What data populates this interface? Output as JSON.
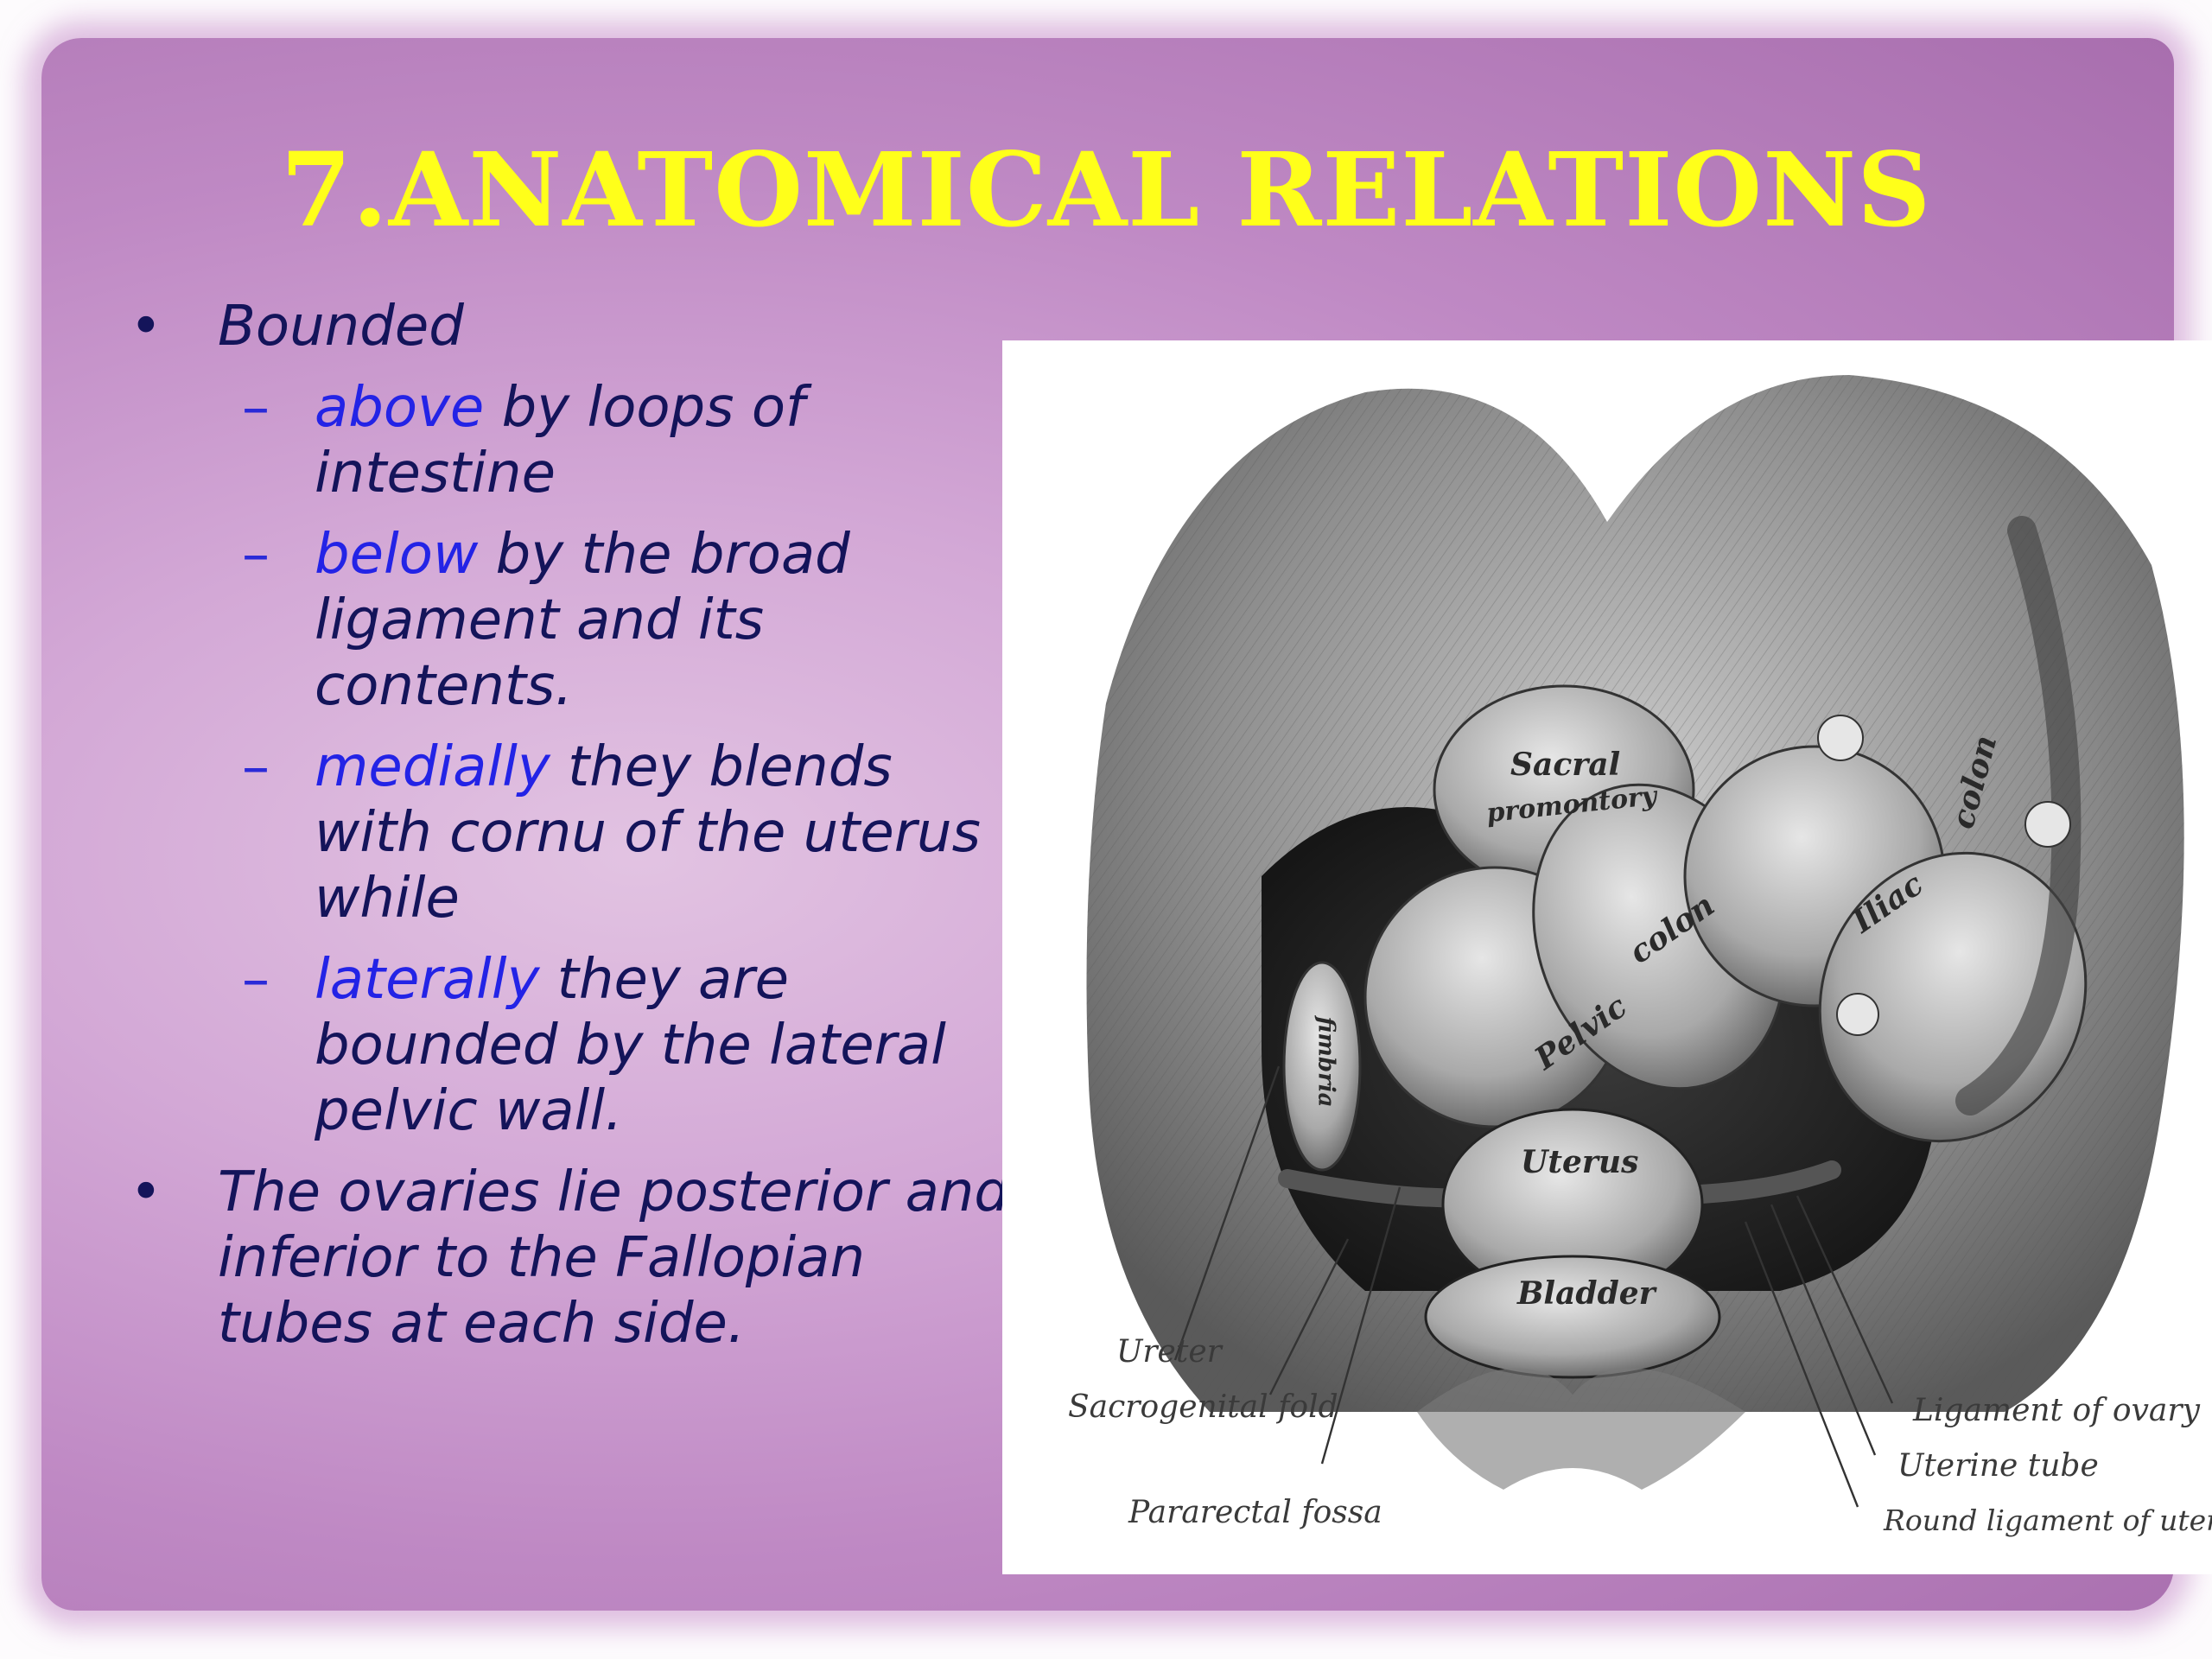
{
  "title": "7.ANATOMICAL RELATIONS",
  "bullets": {
    "b1": "Bounded",
    "s1_kw": "above",
    "s1_rest": " by loops of intestine",
    "s2_kw": "below",
    "s2_rest": " by the broad ligament and its contents.",
    "s3_kw": "medially",
    "s3_rest": " they blends with cornu of the uterus while",
    "s4_kw": "laterally",
    "s4_rest": " they are bounded by the lateral pelvic wall.",
    "b2": "The ovaries lie posterior and inferior to the Fallopian tubes at each side.",
    "bullet_marker": "•",
    "dash_marker": "–"
  },
  "figure": {
    "organs": {
      "sacral": "Sacral",
      "promontory": "promontory",
      "pelvic": "Pelvic",
      "colon1": "colon",
      "iliac": "Iliac",
      "colon2": "colon",
      "fimbria": "fimbria",
      "uterus": "Uterus",
      "bladder": "Bladder"
    },
    "captions": {
      "ureter": "Ureter",
      "sacrogenital": "Sacrogenital fold",
      "pararectal": "Pararectal fossa",
      "ligament_ovary": "Ligament of ovary",
      "uterine_tube": "Uterine tube",
      "round_ligament": "Round ligament of uterus"
    }
  },
  "colors": {
    "title": "#ffff1a",
    "text": "#14145a",
    "keyword": "#2323e6",
    "panel": "#c896cc"
  }
}
